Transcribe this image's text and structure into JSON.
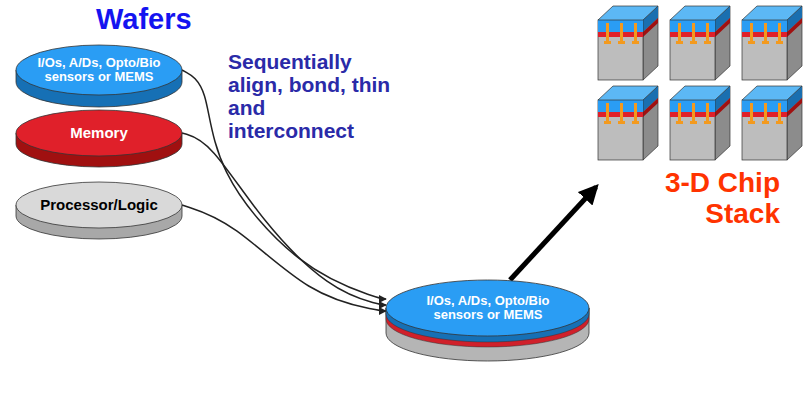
{
  "diagram": {
    "nodes": [
      {
        "text": [
          "I/Os, A/Ds, Opto/Bio sensors or MEMS"
        ]
      },
      {
        "text": [
          "Memory"
        ]
      },
      {
        "text": [
          "Processor/Logic"
        ]
      },
      {
        "text": [
          "I/Os, A/Ds, Opto/Bio sensors or MEMS"
        ]
      }
    ],
    "edges": [
      {
        "from": 0,
        "to": 3,
        "arrow": "to"
      },
      {
        "from": 1,
        "to": 3,
        "arrow": "to"
      },
      {
        "from": 2,
        "to": 3,
        "arrow": "to"
      }
    ],
    "labels": [
      "Wafers",
      "Sequentially align, bond, thin and interconnect",
      "3-D Chip Stack"
    ]
  }
}
